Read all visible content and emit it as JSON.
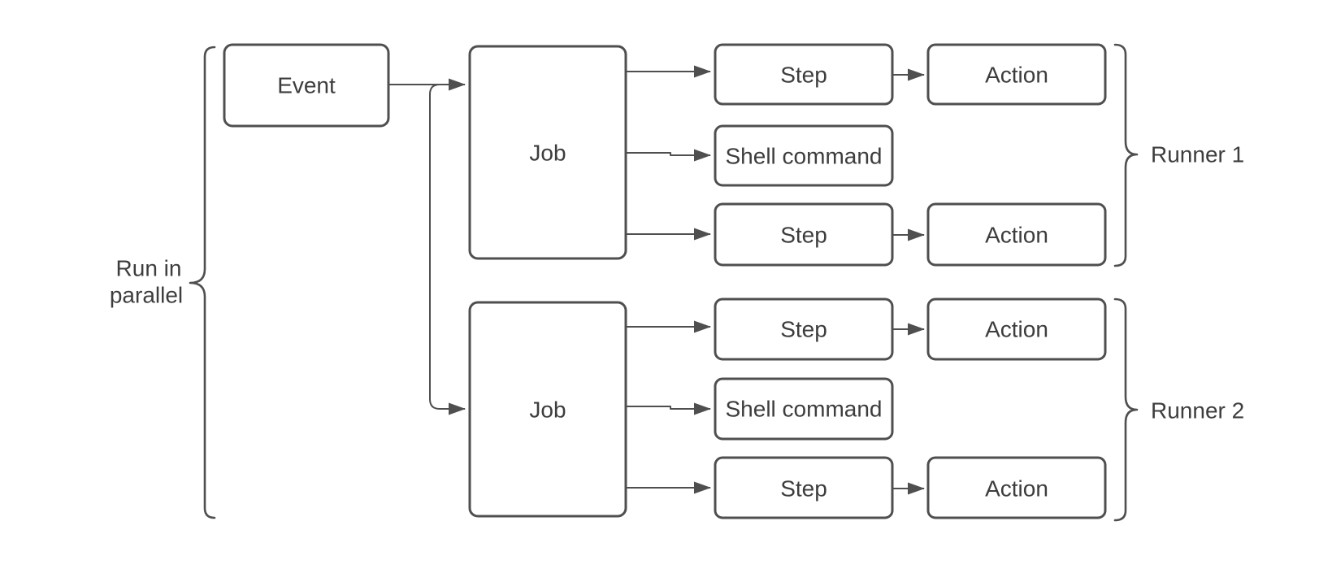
{
  "nodes": {
    "event": "Event",
    "job1": "Job",
    "job2": "Job",
    "step1": "Step",
    "step2": "Step",
    "step3": "Step",
    "step4": "Step",
    "shell1": "Shell command",
    "shell2": "Shell command",
    "action1": "Action",
    "action2": "Action",
    "action3": "Action",
    "action4": "Action"
  },
  "annotations": {
    "left_group": [
      "Run in",
      "parallel"
    ],
    "runner1": "Runner 1",
    "runner2": "Runner 2"
  },
  "colors": {
    "stroke": "#4f4f4f",
    "text": "#3d3d3d",
    "background": "#ffffff"
  }
}
